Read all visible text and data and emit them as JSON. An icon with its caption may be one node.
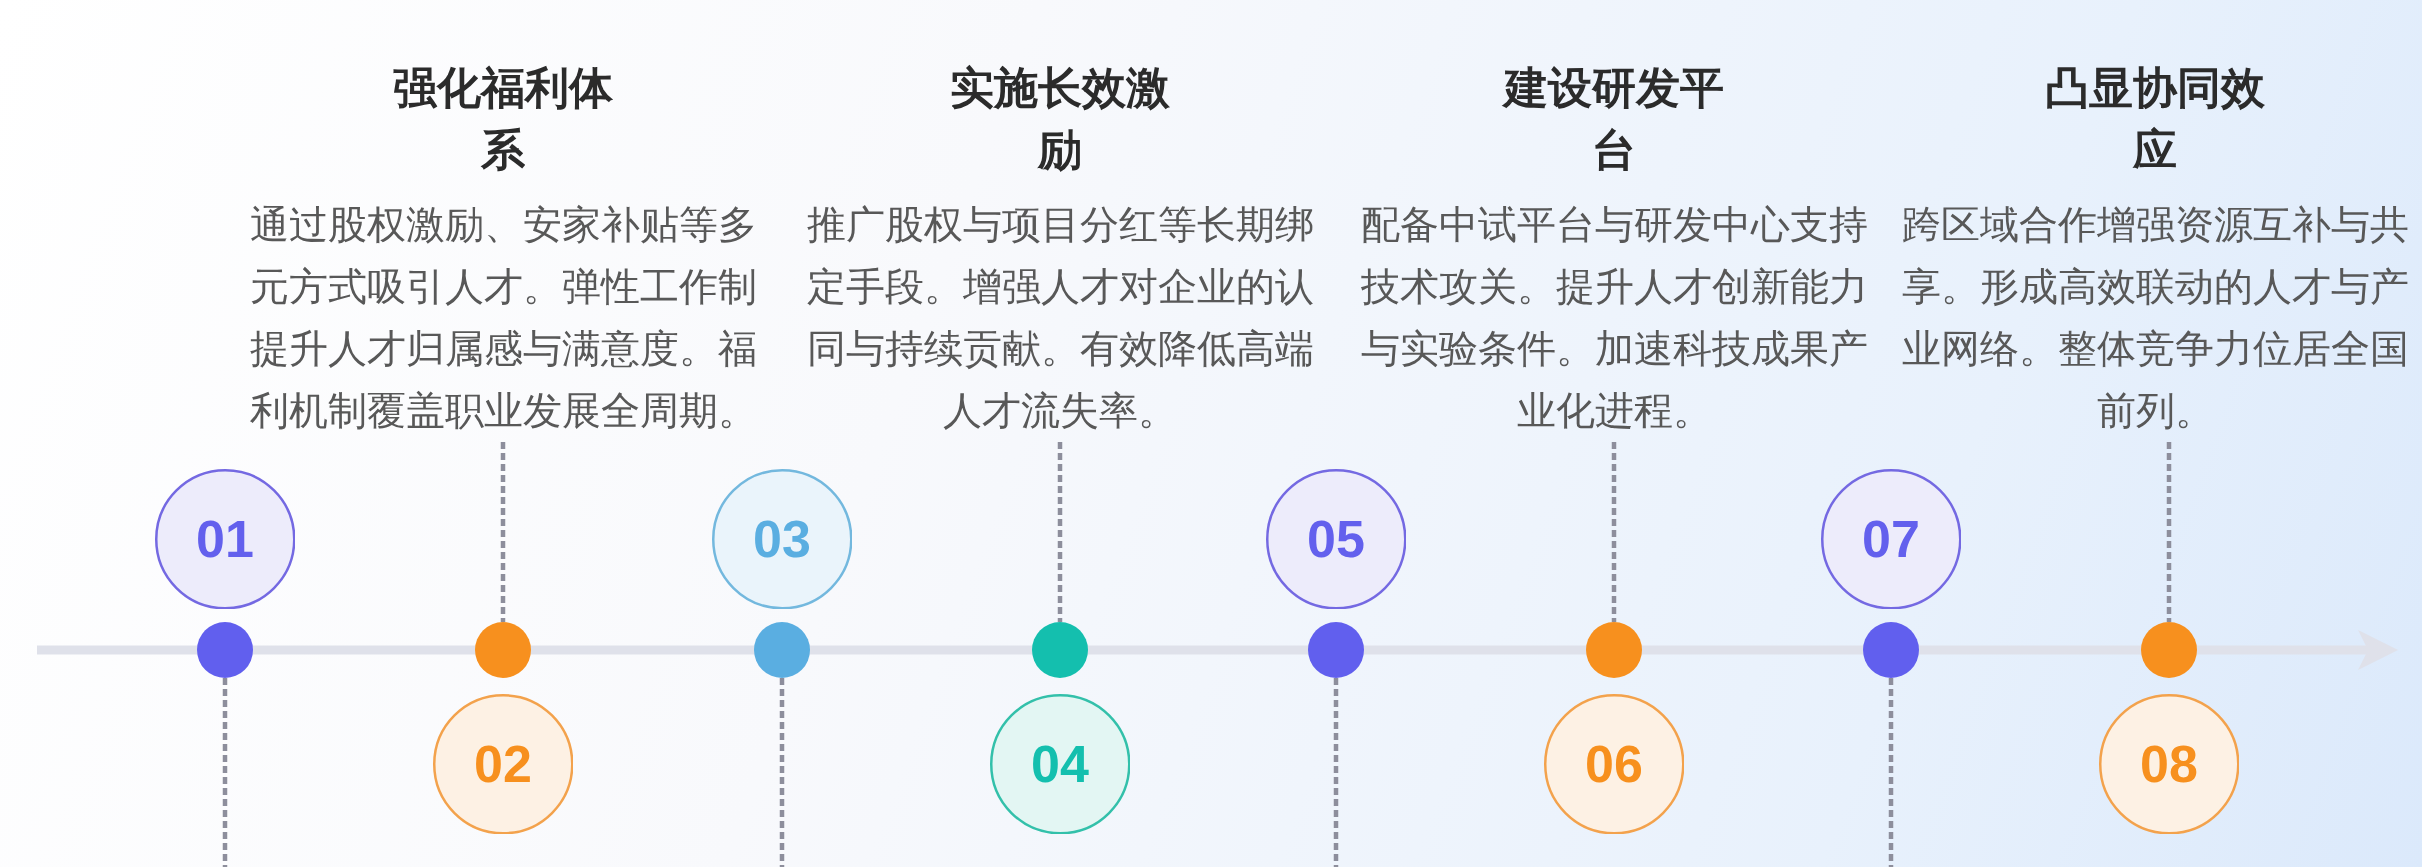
{
  "diagram": {
    "nodes": [
      {
        "text": [
          "强化福利体系",
          "通过股权激励、安家补贴等多元方式吸引人才。弹性工作制提升人才归属感与满意度。福利机制覆盖职业发展全周期。"
        ]
      },
      {
        "text": [
          "实施长效激励",
          "推广股权与项目分红等长期绑定手段。增强人才对企业的认同与持续贡献。有效降低高端人才流失率。"
        ]
      },
      {
        "text": [
          "建设研发平台",
          "配备中试平台与研发中心支持技术攻关。提升人才创新能力与实验条件。加速科技成果产业化进程。"
        ]
      },
      {
        "text": [
          "凸显协同效应",
          "跨区域合作增强资源互补与共享。形成高效联动的人才与产业网络。整体竞争力位居全国前列。"
        ]
      },
      {
        "text": [
          "01"
        ]
      },
      {
        "text": [],
        "shape": "circle"
      },
      {
        "text": [
          "02"
        ]
      },
      {
        "text": [],
        "shape": "circle"
      },
      {
        "text": [
          "03"
        ]
      },
      {
        "text": [],
        "shape": "circle"
      },
      {
        "text": [
          "04"
        ]
      },
      {
        "text": [],
        "shape": "circle"
      },
      {
        "text": [
          "05"
        ]
      },
      {
        "text": [],
        "shape": "circle"
      },
      {
        "text": [
          "06"
        ]
      },
      {
        "text": [],
        "shape": "circle"
      },
      {
        "text": [
          "07"
        ]
      },
      {
        "text": [],
        "shape": "circle"
      },
      {
        "text": [
          "08"
        ]
      },
      {
        "text": [],
        "shape": "circle"
      }
    ],
    "edges": [
      {
        "from": 0,
        "to": 7,
        "arrow": "none",
        "style": "dashed"
      },
      {
        "from": 1,
        "to": 11,
        "arrow": "none",
        "style": "dashed"
      },
      {
        "from": 2,
        "to": 15,
        "arrow": "none",
        "style": "dashed"
      },
      {
        "from": 3,
        "to": 19,
        "arrow": "none",
        "style": "dashed"
      },
      {
        "from": 5,
        "to": null,
        "arrow": "none",
        "style": "dashed"
      },
      {
        "from": 9,
        "to": null,
        "arrow": "none",
        "style": "dashed"
      },
      {
        "from": 13,
        "to": null,
        "arrow": "none",
        "style": "dashed"
      },
      {
        "from": 17,
        "to": null,
        "arrow": "none",
        "style": "dashed"
      }
    ]
  }
}
